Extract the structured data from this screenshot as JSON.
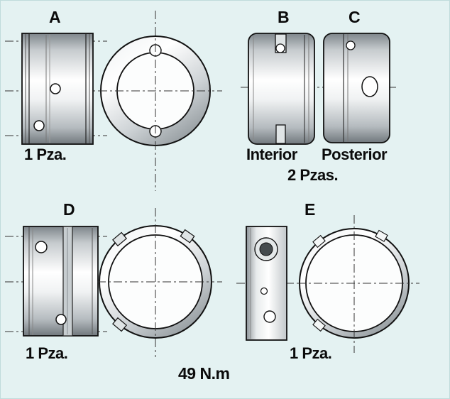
{
  "diagram": {
    "parts": {
      "a": {
        "label": "A",
        "qty": "1 Pza."
      },
      "b": {
        "label": "B",
        "position": "Interior"
      },
      "c": {
        "label": "C",
        "position": "Posterior"
      },
      "bc_qty": "2 Pzas.",
      "d": {
        "label": "D",
        "qty": "1 Pza."
      },
      "e": {
        "label": "E",
        "qty": "1 Pza."
      }
    },
    "torque": "49 N.m"
  },
  "colors": {
    "background": "#e4f2f2",
    "outline": "#111111",
    "metal_light": "#ffffff",
    "metal_dark": "#71787d",
    "hole_dark": "#454b4e",
    "centerline": "#333333"
  }
}
